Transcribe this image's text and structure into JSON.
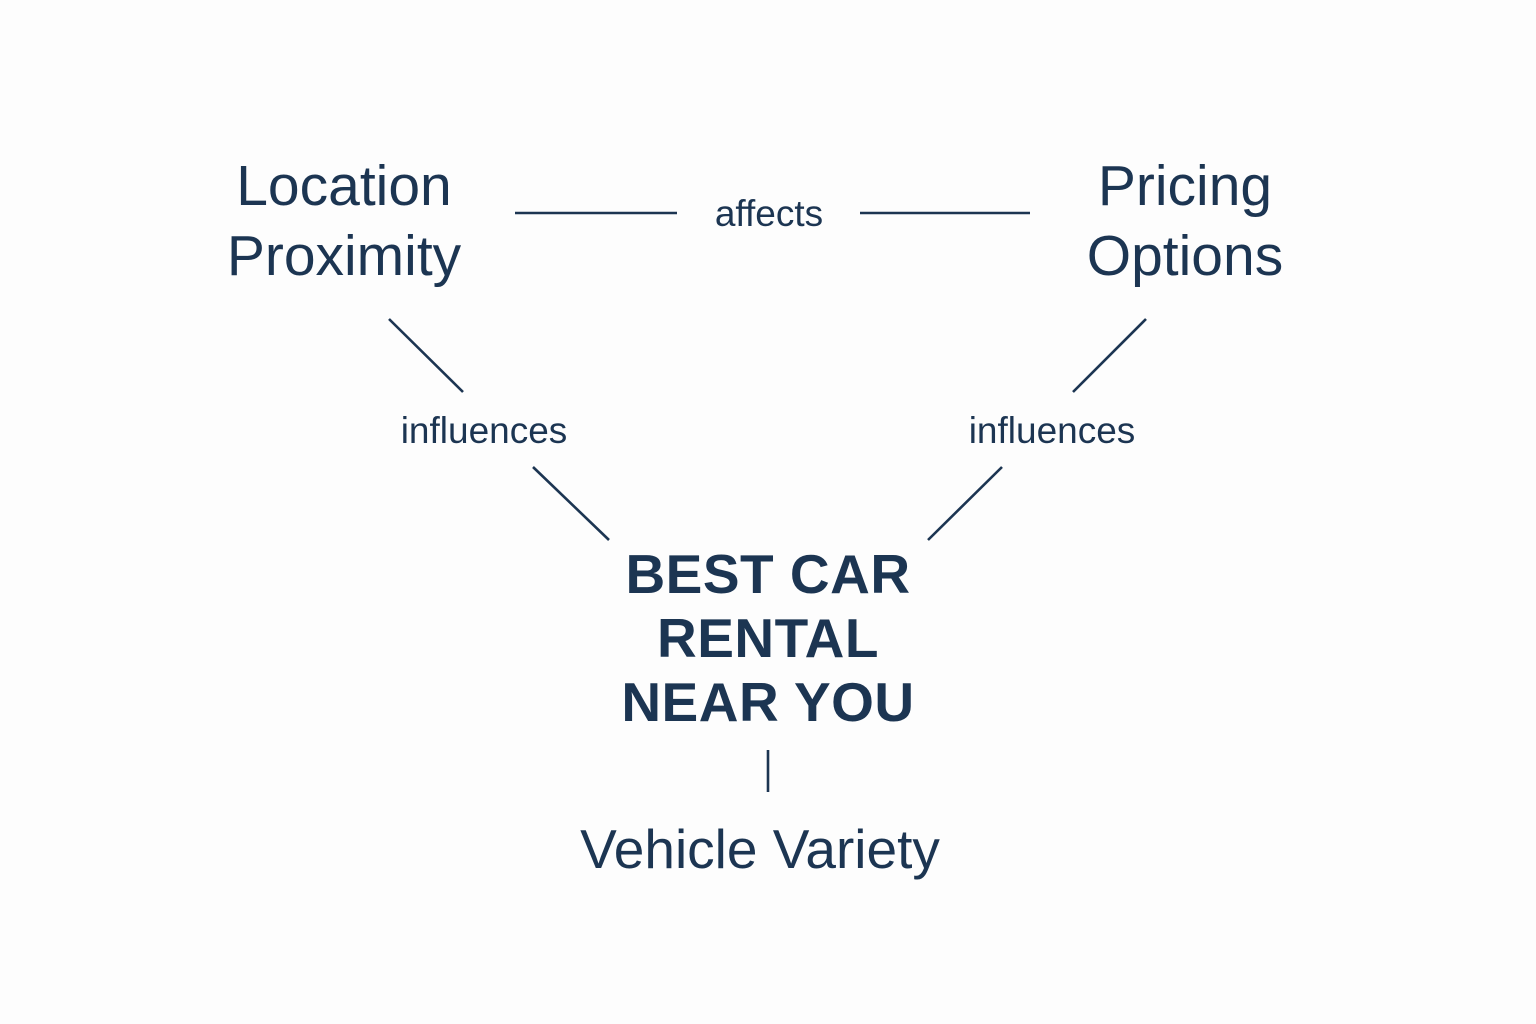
{
  "diagram": {
    "nodes": {
      "location": {
        "lines": [
          "Location",
          "Proximity"
        ]
      },
      "pricing": {
        "lines": [
          "Pricing",
          "Options"
        ]
      },
      "center": {
        "lines": [
          "BEST CAR",
          "RENTAL",
          "NEAR YOU"
        ]
      },
      "vehicle": {
        "label": "Vehicle Variety"
      }
    },
    "edges": {
      "location_pricing": {
        "label": "affects"
      },
      "location_center": {
        "label": "influences"
      },
      "pricing_center": {
        "label": "influences"
      },
      "center_vehicle": {
        "label": ""
      }
    },
    "colors": {
      "text": "#1c3552",
      "line": "#1c3552",
      "background": "#fdfdfd"
    }
  }
}
